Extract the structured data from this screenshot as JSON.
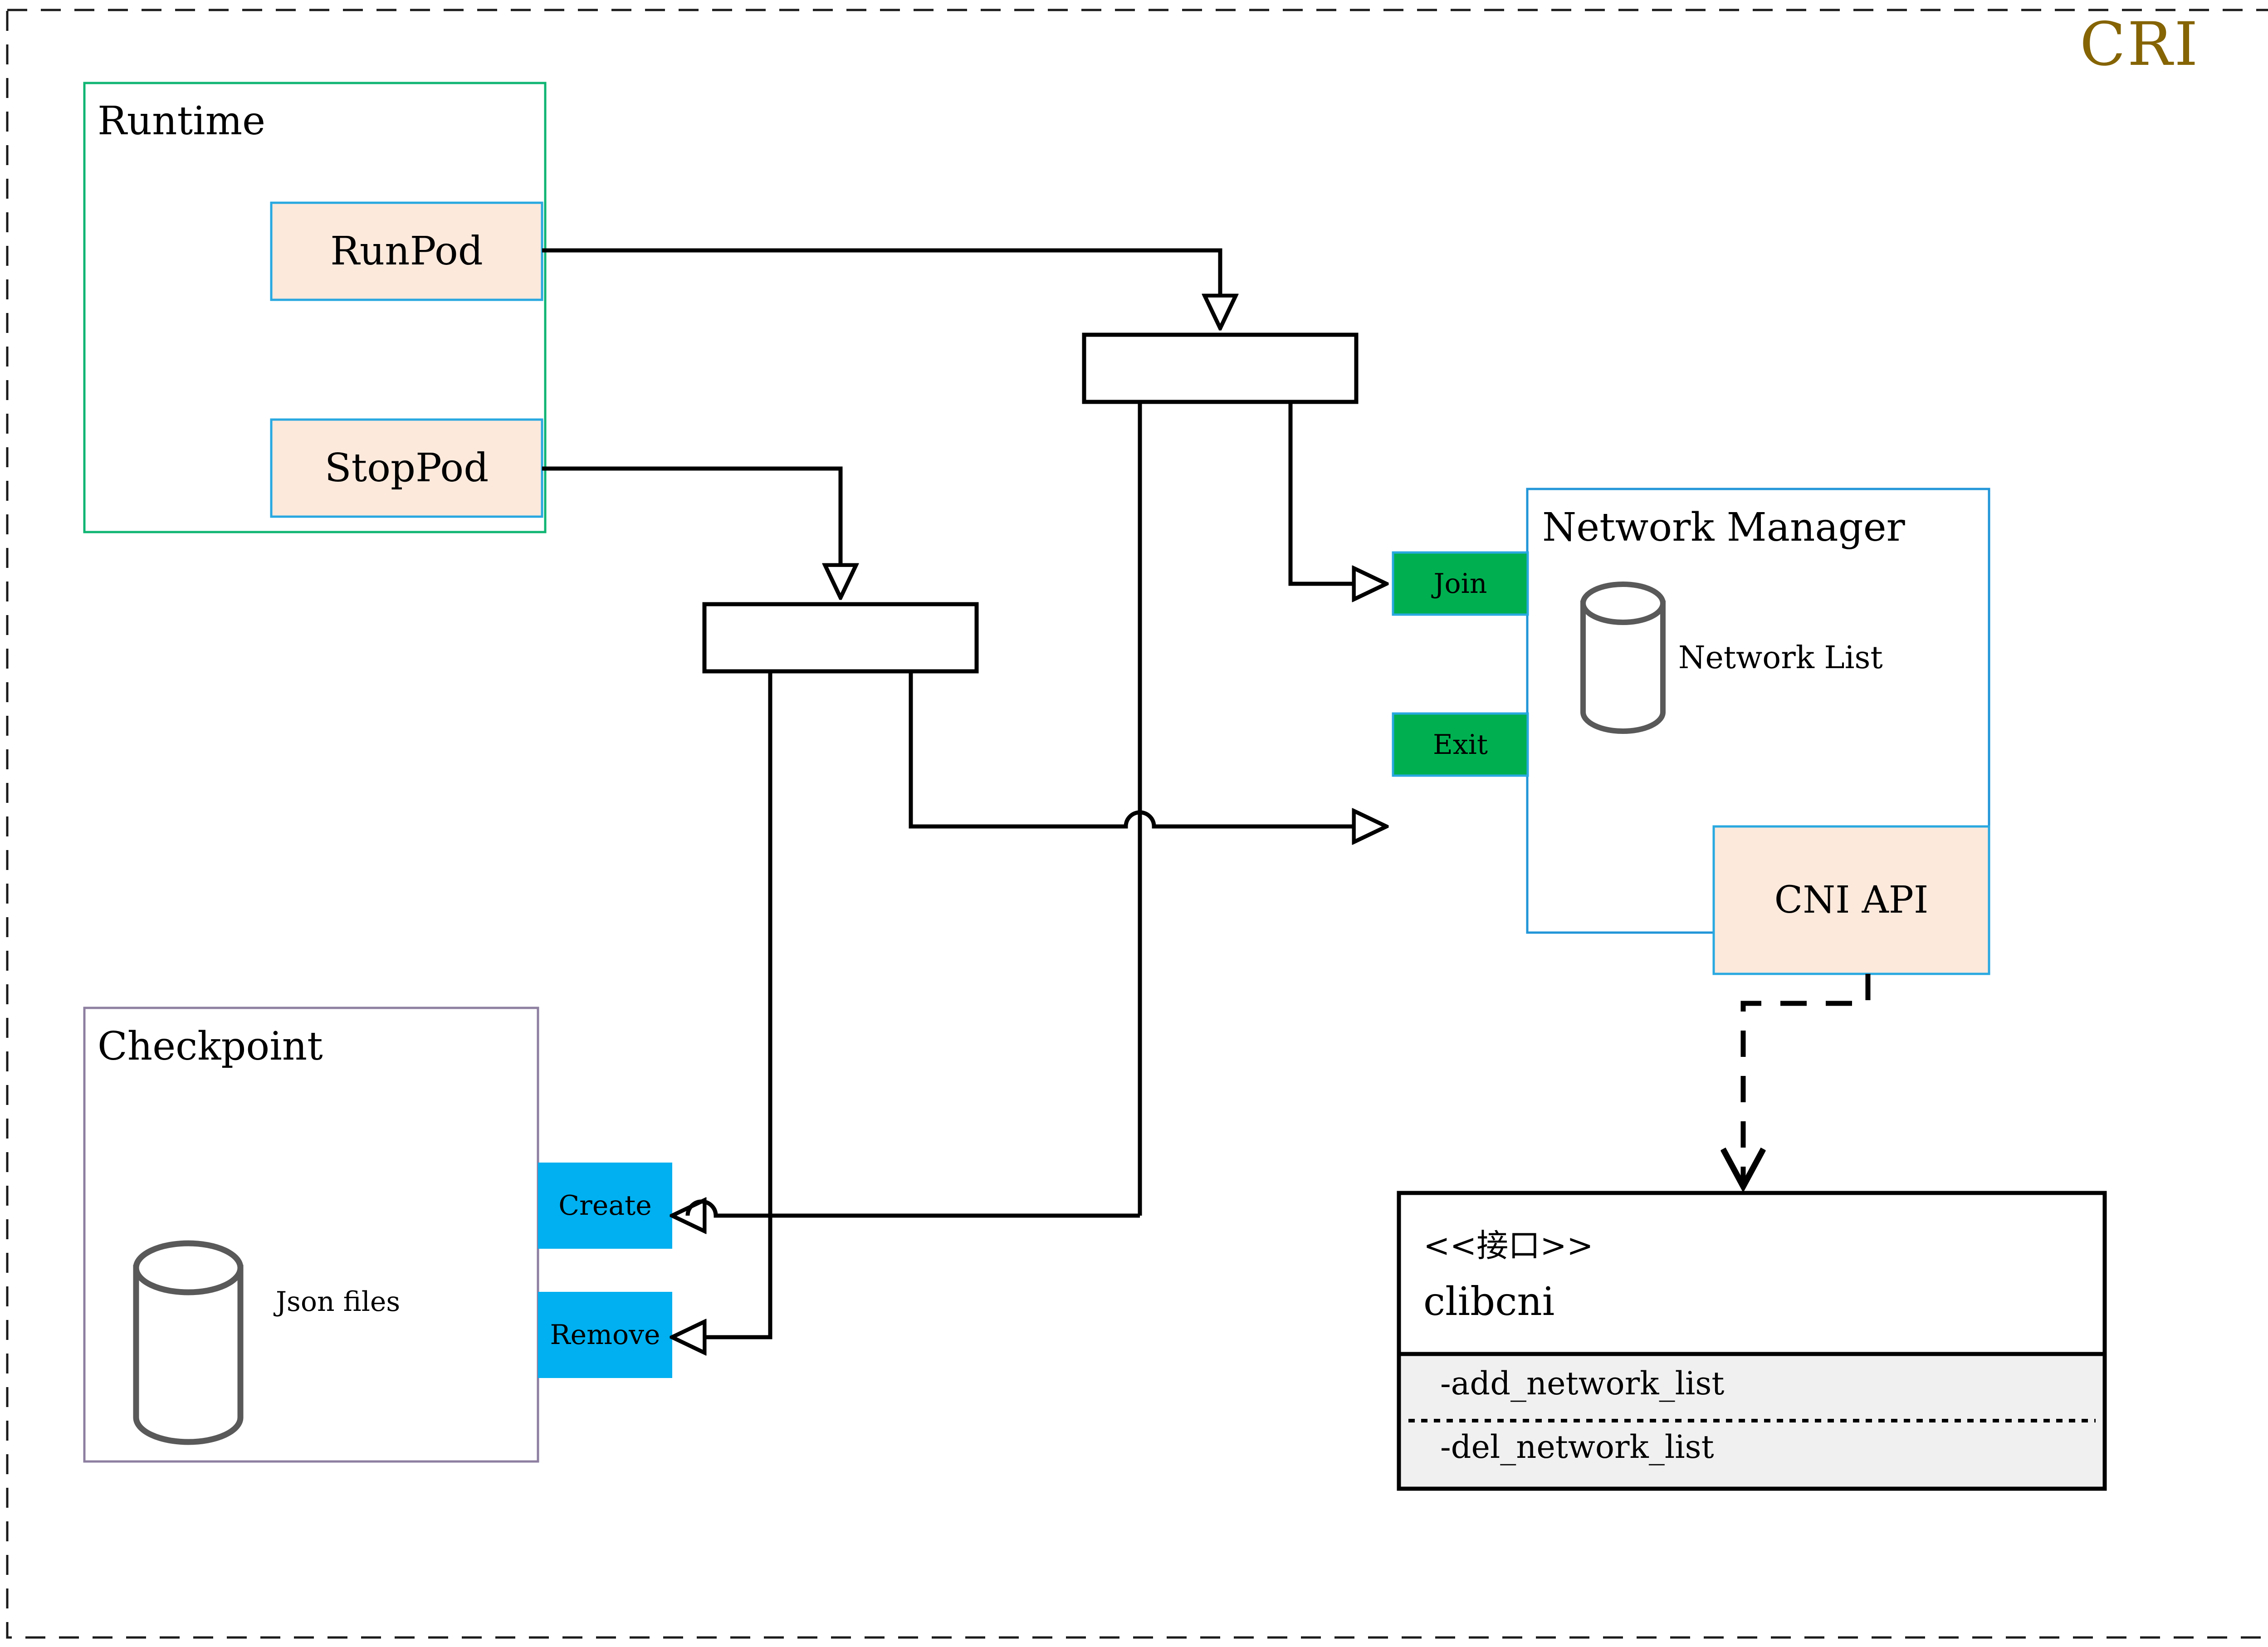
{
  "diagram": {
    "title": "CRI",
    "title_color": "#856404",
    "outer_frame": {
      "style": "dashed",
      "color": "#1a1a1a"
    },
    "groups": [
      {
        "id": "runtime",
        "label": "Runtime",
        "border_color": "#0fb573"
      },
      {
        "id": "checkpoint",
        "label": "Checkpoint",
        "border_color": "#8d7fa0"
      },
      {
        "id": "netmgr",
        "label": "Network Manager",
        "border_color": "#2196d8"
      }
    ],
    "runtime_methods": [
      {
        "id": "runpod",
        "label": "RunPod",
        "fill": "#fce9dc",
        "border": "#29a8e0"
      },
      {
        "id": "stoppod",
        "label": "StopPod",
        "fill": "#fce9dc",
        "border": "#29a8e0"
      }
    ],
    "checkpoint_methods": [
      {
        "id": "create",
        "label": "Create",
        "fill": "#00b0f0"
      },
      {
        "id": "remove",
        "label": "Remove",
        "fill": "#00b0f0"
      }
    ],
    "checkpoint_store": {
      "label": "Json files",
      "shape": "cylinder",
      "stroke": "#595959"
    },
    "netmgr_methods": [
      {
        "id": "join",
        "label": "Join",
        "fill": "#00b050",
        "border": "#29a8e0"
      },
      {
        "id": "exit",
        "label": "Exit",
        "fill": "#00b050",
        "border": "#29a8e0"
      }
    ],
    "netmgr_store": {
      "label": "Network List",
      "shape": "cylinder",
      "stroke": "#595959"
    },
    "cni_api": {
      "label": "CNI API",
      "fill": "#fce9dc",
      "border": "#29a8e0"
    },
    "interface": {
      "stereotype": "<<接口>>",
      "name": "clibcni",
      "methods": [
        "-add_network_list",
        "-del_network_list"
      ],
      "method_fill": "#f0f0f0",
      "border": "#000000"
    },
    "join_bars": [
      {
        "id": "bar-runpod",
        "note": "fork bar fed by RunPod"
      },
      {
        "id": "bar-stoppod",
        "note": "fork bar fed by StopPod"
      }
    ],
    "connections": [
      {
        "from": "runpod",
        "to": "bar-runpod",
        "arrow": "hollow-triangle",
        "style": "solid"
      },
      {
        "from": "stoppod",
        "to": "bar-stoppod",
        "arrow": "hollow-triangle",
        "style": "solid"
      },
      {
        "from": "bar-runpod",
        "to": "join",
        "arrow": "hollow-triangle",
        "style": "solid"
      },
      {
        "from": "bar-runpod",
        "to": "create",
        "arrow": "hollow-triangle",
        "style": "solid"
      },
      {
        "from": "bar-stoppod",
        "to": "exit",
        "arrow": "hollow-triangle",
        "style": "solid"
      },
      {
        "from": "bar-stoppod",
        "to": "remove",
        "arrow": "hollow-triangle",
        "style": "solid"
      },
      {
        "from": "cni_api",
        "to": "clibcni",
        "arrow": "open-vee",
        "style": "dashed"
      }
    ]
  }
}
